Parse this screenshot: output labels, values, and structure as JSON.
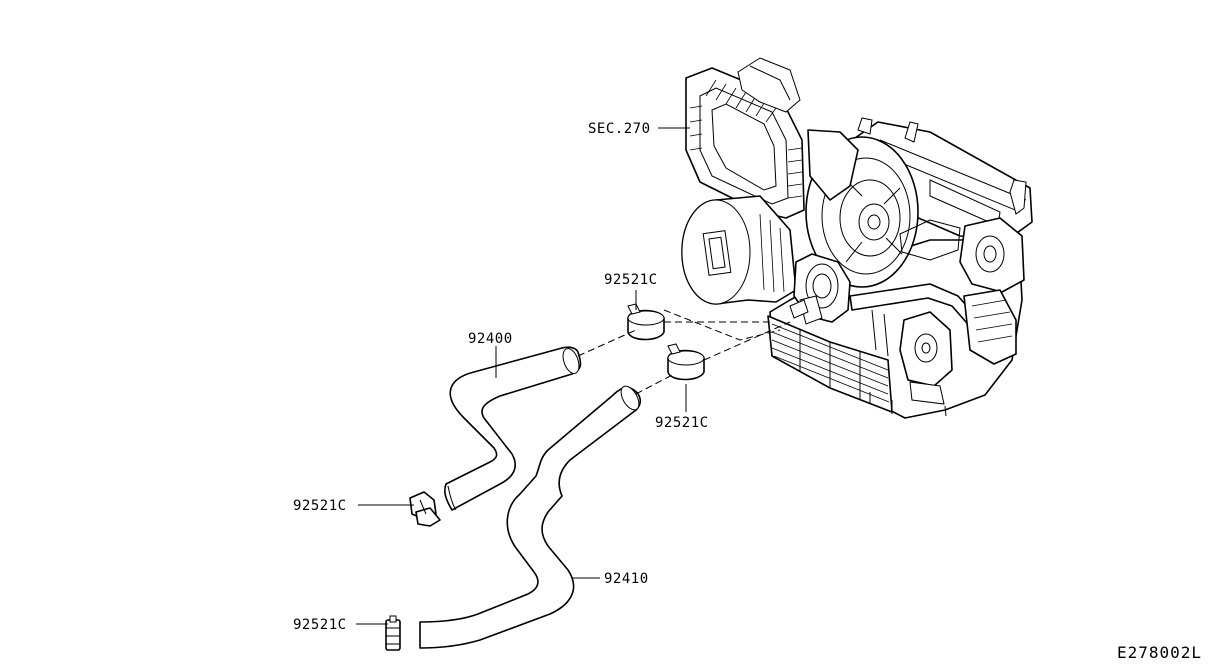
{
  "callouts": {
    "sec270": "SEC.270",
    "hose_upper": "92400",
    "hose_lower": "92410",
    "clamp_top": "92521C",
    "clamp_mid": "92521C",
    "clamp_left": "92521C",
    "clamp_bottom": "92521C"
  },
  "diagram_code": "E278002L"
}
